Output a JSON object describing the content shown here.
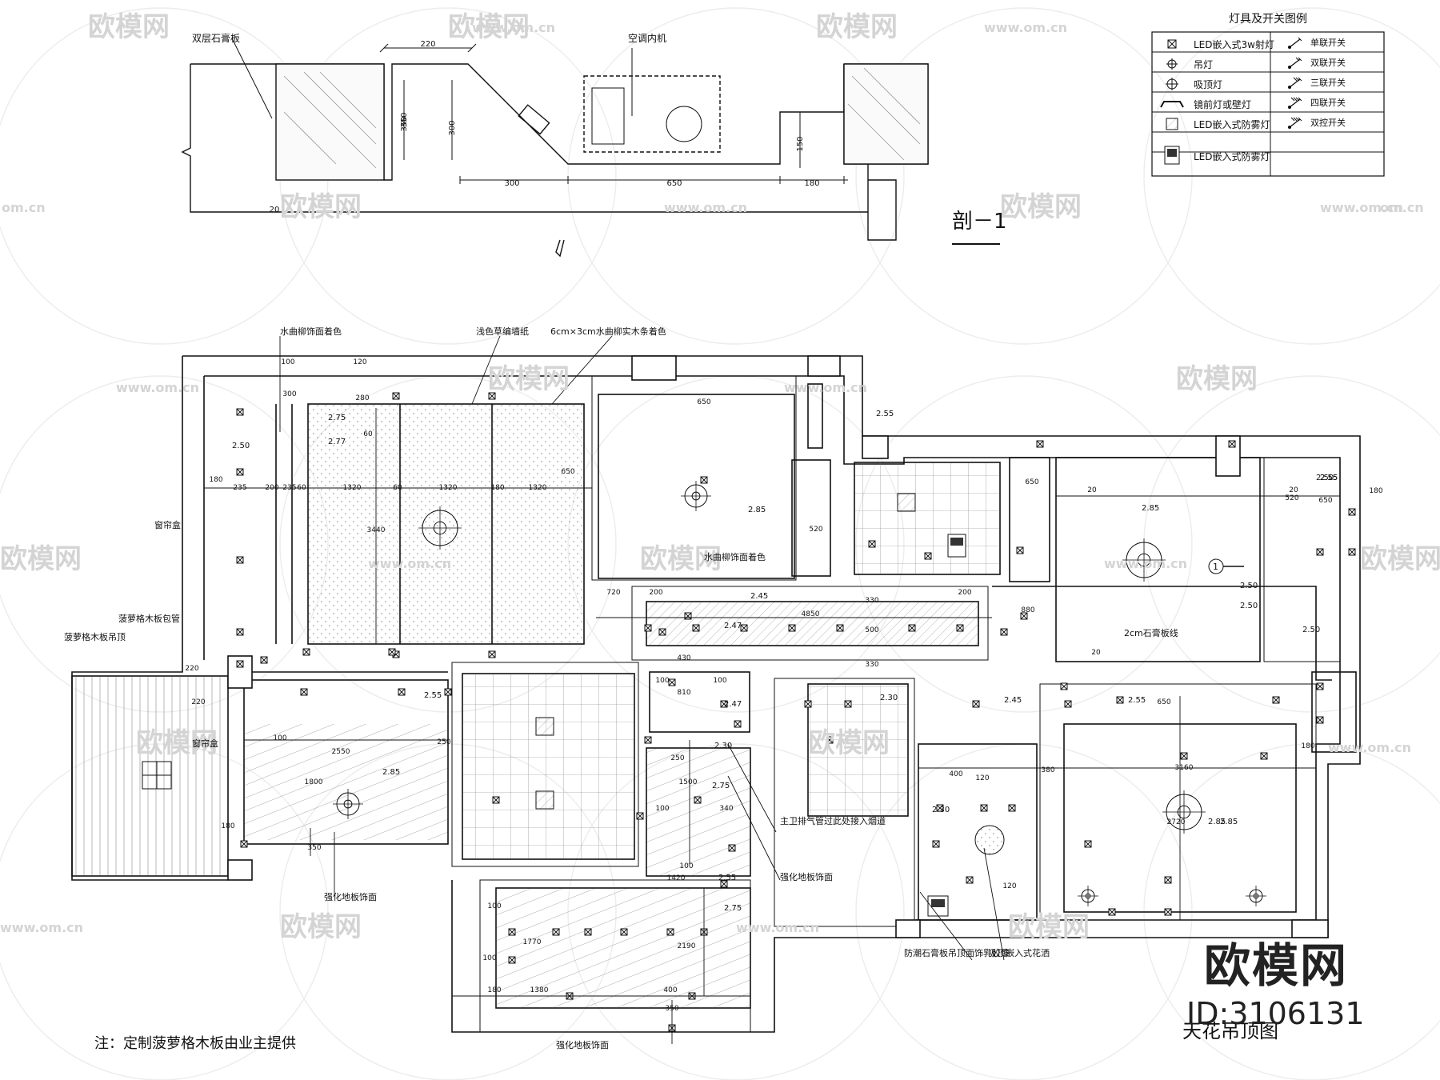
{
  "section": {
    "label_gypsum": "双层石膏板",
    "label_ac": "空调内机",
    "dims": [
      "220",
      "350",
      "300",
      "150",
      "300",
      "650",
      "180",
      "20"
    ],
    "title": "剖－1"
  },
  "legend": {
    "title": "灯具及开关图例",
    "rows": [
      {
        "symbol": "spot-light-icon",
        "label": "LED嵌入式3w射灯",
        "switch_icon": "single-switch-icon",
        "switch_label": "单联开关"
      },
      {
        "symbol": "pendant-light-icon",
        "label": "吊灯",
        "switch_icon": "double-switch-icon",
        "switch_label": "双联开关"
      },
      {
        "symbol": "ceiling-light-icon",
        "label": "吸顶灯",
        "switch_icon": "triple-switch-icon",
        "switch_label": "三联开关"
      },
      {
        "symbol": "mirror-light-icon",
        "label": "镜前灯或壁灯",
        "switch_icon": "quad-switch-icon",
        "switch_label": "四联开关"
      },
      {
        "symbol": "fog-light-icon",
        "label": "LED嵌入式防雾灯",
        "switch_icon": "dual-control-switch-icon",
        "switch_label": "双控开关"
      },
      {
        "symbol": "fog-panel-icon",
        "label": "LED嵌入式防雾灯",
        "switch_icon": "",
        "switch_label": ""
      }
    ]
  },
  "plan": {
    "callouts": {
      "c1": "水曲柳饰面着色",
      "c2": "浅色草编墙纸",
      "c3": "6cm×3cm水曲柳实木条着色",
      "c4": "窗帘盒",
      "c5": "菠萝格木板包管",
      "c6": "菠萝格木板吊顶",
      "c7": "窗帘盒",
      "c8": "水曲柳饰面着色",
      "c9": "2cm石膏板线",
      "c10": "主卫排气管过此处接入烟道",
      "c11": "强化地板饰面",
      "c12": "强化地板饰面",
      "c13": "强化地板饰面",
      "c14": "防潮石膏板吊顶面饰乳胶漆",
      "c15": "吸顶嵌入式花洒"
    },
    "elevations": [
      "2.75",
      "2.77",
      "2.50",
      "2.85",
      "2.55",
      "2.45",
      "2.47",
      "2.50",
      "2.85",
      "2.55",
      "2.50",
      "2.50",
      "2.50",
      "2.55",
      "2.85",
      "2.55",
      "2.30",
      "2.75",
      "2.55",
      "2.75",
      "2.30",
      "2.45",
      "2.55",
      "2.85",
      "2.47",
      "2.30",
      "2.85"
    ],
    "dims": [
      "100",
      "120",
      "300",
      "280",
      "60",
      "650",
      "1320",
      "1320",
      "1320",
      "3440",
      "180",
      "235",
      "200",
      "235",
      "60",
      "60",
      "180",
      "650",
      "520",
      "720",
      "200",
      "4850",
      "200",
      "330",
      "500",
      "330",
      "880",
      "650",
      "20",
      "20",
      "520",
      "650",
      "180",
      "2550",
      "250",
      "1800",
      "350",
      "100",
      "430",
      "810",
      "100",
      "100",
      "250",
      "1500",
      "100",
      "100",
      "340",
      "1420",
      "1770",
      "2190",
      "1380",
      "400",
      "180",
      "100",
      "100",
      "350",
      "400",
      "120",
      "120",
      "380",
      "3160",
      "2720",
      "650",
      "180",
      "20",
      "220",
      "220",
      "180"
    ],
    "note": "注：定制菠萝格木板由业主提供",
    "title": "天花吊顶图",
    "marker": "1"
  },
  "watermark": {
    "brand": "欧模网",
    "url": "www.om.cn",
    "url_short": "om.cn"
  },
  "brand": {
    "name": "欧模网",
    "id": "ID:3106131"
  }
}
